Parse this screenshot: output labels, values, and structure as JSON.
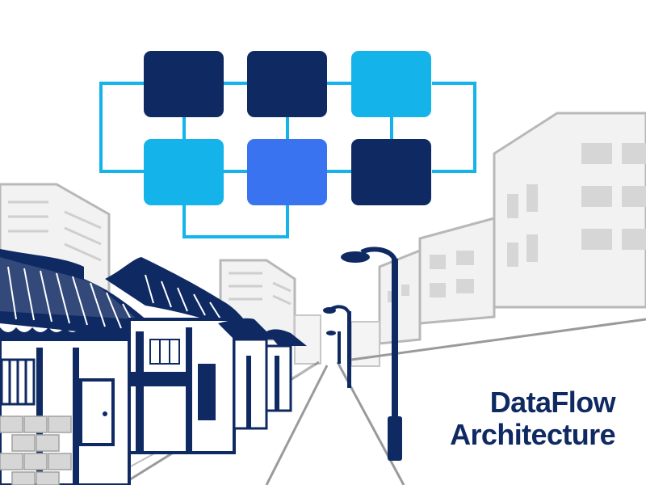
{
  "caption": {
    "line1": "DataFlow",
    "line2": "Architecture"
  },
  "colors": {
    "navy": "#0f2a63",
    "sky": "#14b4ea",
    "royal": "#3a73f0",
    "building_gray": "#cfcfcf",
    "building_outline": "#b8b8b8"
  },
  "grid_blocks": [
    {
      "color": "navy"
    },
    {
      "color": "navy"
    },
    {
      "color": "sky"
    },
    {
      "color": "sky"
    },
    {
      "color": "royal"
    },
    {
      "color": "navy"
    }
  ]
}
